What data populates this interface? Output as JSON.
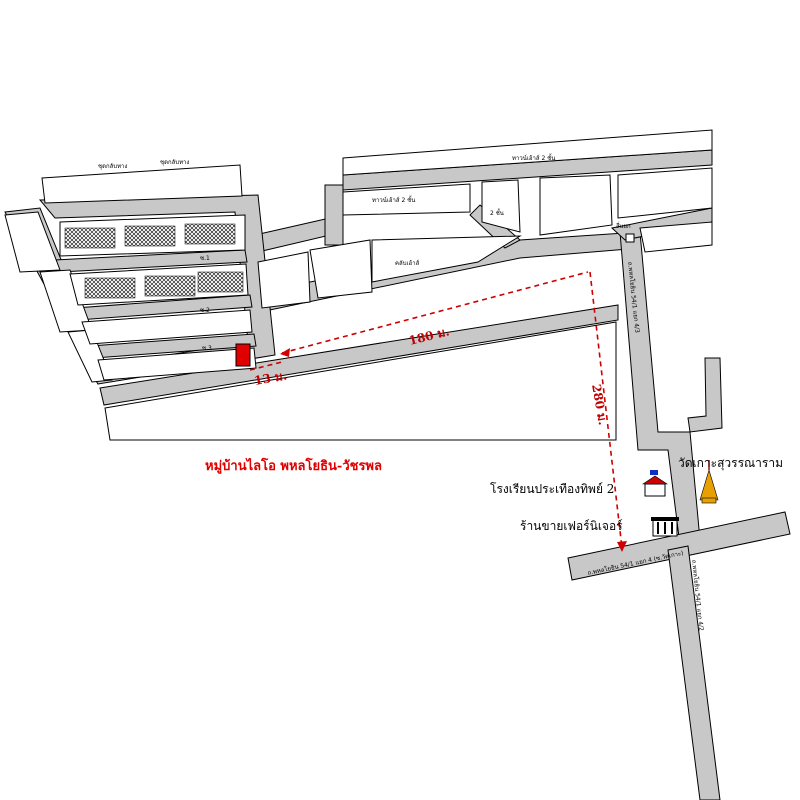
{
  "title": "หมู่บ้านไลโอ พหลโยธิน-วัชรพล",
  "distances": {
    "horizontal": "180 ม.",
    "vertical": "280 ม.",
    "short": "13 ม."
  },
  "places": {
    "temple": "วัดเกาะสุวรรณาราม",
    "school": "โรงเรียนประเทืองทิพย์ 2",
    "furniture_store": "ร้านขายเฟอร์นิเจอร์"
  },
  "roads": {
    "main_road": "ถ.พหลโยธิน 54/1 แยก 4 (ซ.วัดเกาะ)",
    "side_road_upper": "ถ.พหลโยธิน 54/1 แยก 4/3",
    "side_road_lower": "ถ.พหลโยธิน 54/1 แยก 4/2"
  },
  "small_labels": {
    "garden_1": "ชุดกลับทาง",
    "garden_2": "ชุดกลับทาง",
    "house_2": "ทาวน์เฮ้าส์ 2 ชั้น",
    "house_2b": "ทาวน์เฮ้าส์ 2 ชั้น",
    "club": "คลับเฮ้าส์",
    "two_storey": "2 ชั้น",
    "junction": "สี่แยก",
    "row_1": "ซ.1",
    "row_2": "ซ.2",
    "row_3": "ซ.3"
  },
  "colors": {
    "road": "#c8c8c8",
    "accent": "#e00000",
    "project_marker": "#e00000"
  }
}
